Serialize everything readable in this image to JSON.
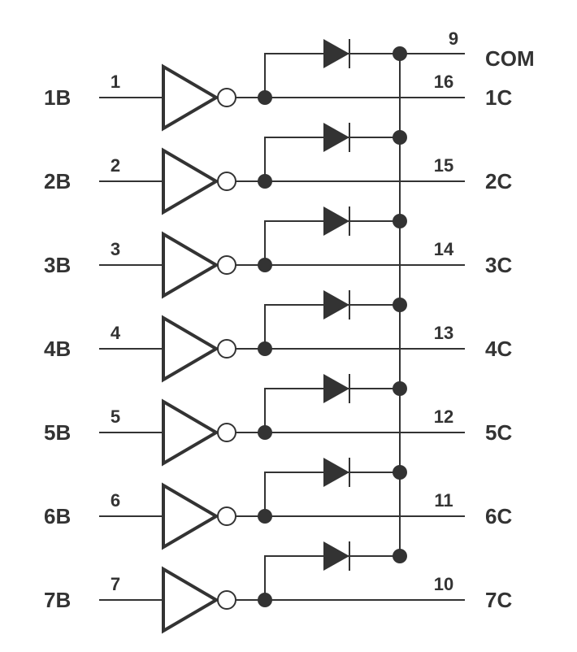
{
  "colors": {
    "ink": "#333333",
    "background": "#ffffff"
  },
  "common": {
    "pin_number": "9",
    "label": "COM"
  },
  "channels": [
    {
      "input_label": "1B",
      "input_pin": "1",
      "output_label": "1C",
      "output_pin": "16"
    },
    {
      "input_label": "2B",
      "input_pin": "2",
      "output_label": "2C",
      "output_pin": "15"
    },
    {
      "input_label": "3B",
      "input_pin": "3",
      "output_label": "3C",
      "output_pin": "14"
    },
    {
      "input_label": "4B",
      "input_pin": "4",
      "output_label": "4C",
      "output_pin": "13"
    },
    {
      "input_label": "5B",
      "input_pin": "5",
      "output_label": "5C",
      "output_pin": "12"
    },
    {
      "input_label": "6B",
      "input_pin": "6",
      "output_label": "6C",
      "output_pin": "11"
    },
    {
      "input_label": "7B",
      "input_pin": "7",
      "output_label": "7C",
      "output_pin": "10"
    }
  ]
}
